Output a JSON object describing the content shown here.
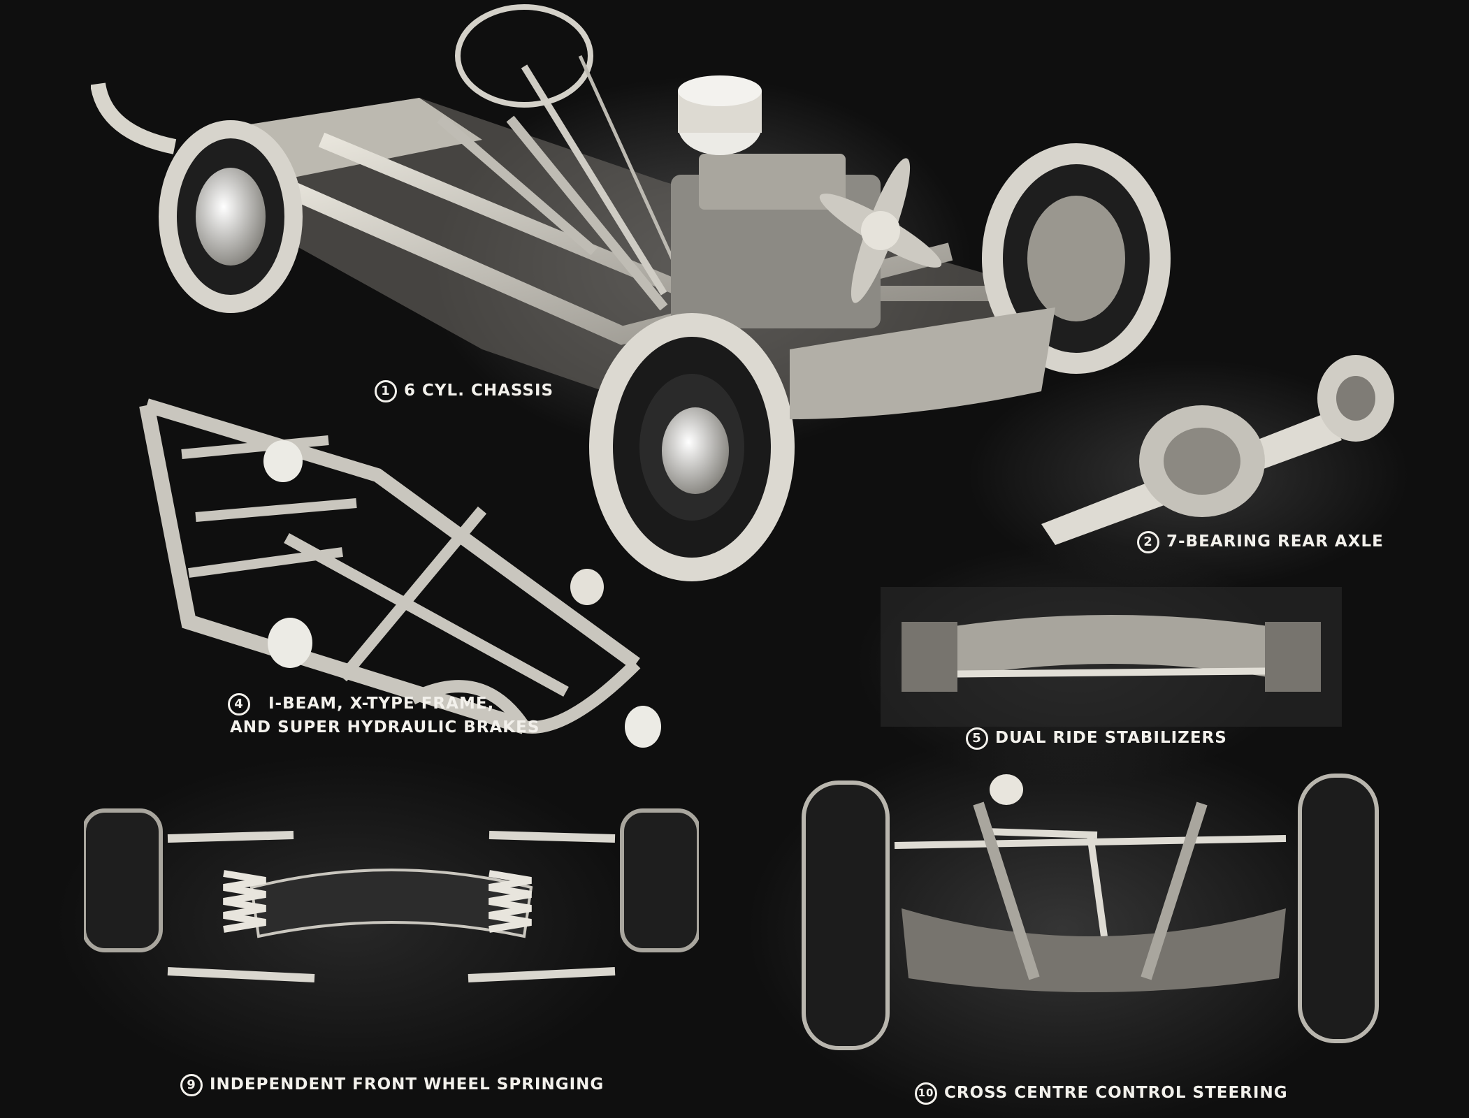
{
  "captions": {
    "chassis": {
      "num": "1",
      "text": "6 CYL. CHASSIS"
    },
    "rear_axle": {
      "num": "2",
      "text": "7-BEARING REAR AXLE"
    },
    "frame": {
      "num": "4",
      "line1": "I-BEAM, X-TYPE FRAME,",
      "line2": "AND SUPER HYDRAULIC BRAKES"
    },
    "stabilizer": {
      "num": "5",
      "text": "DUAL RIDE STABILIZERS"
    },
    "springing": {
      "num": "9",
      "text": "INDEPENDENT FRONT WHEEL SPRINGING"
    },
    "steering": {
      "num": "10",
      "text": "CROSS CENTRE CONTROL STEERING"
    }
  },
  "colors": {
    "background": "#0f0f0f",
    "text": "#f3f1ec",
    "metal": "#cfccc4"
  }
}
